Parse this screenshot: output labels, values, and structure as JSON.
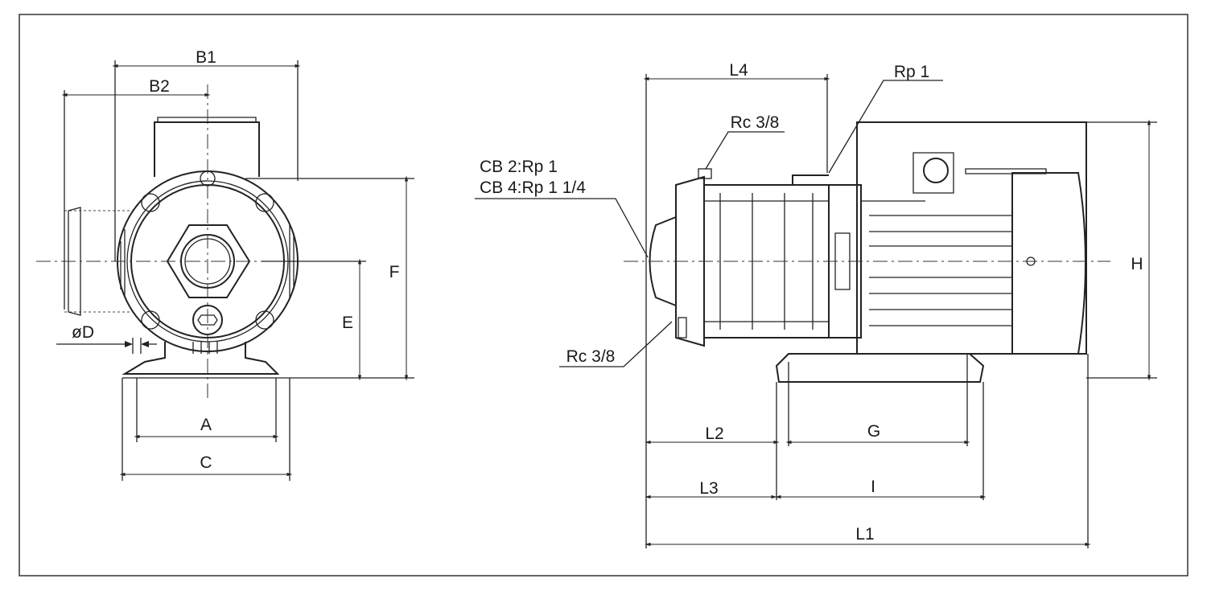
{
  "front_view": {
    "labels": {
      "B1": "B1",
      "B2": "B2",
      "F": "F",
      "E": "E",
      "D": "øD",
      "A": "A",
      "C": "C"
    }
  },
  "side_view": {
    "labels": {
      "L4": "L4",
      "Rp1": "Rp 1",
      "Rc_top": "Rc 3/8",
      "CB2": "CB 2:Rp 1",
      "CB4": "CB 4:Rp 1 1/4",
      "Rc_bottom": "Rc 3/8",
      "H": "H",
      "L2": "L2",
      "G": "G",
      "L3": "L3",
      "I": "I",
      "L1": "L1"
    }
  }
}
